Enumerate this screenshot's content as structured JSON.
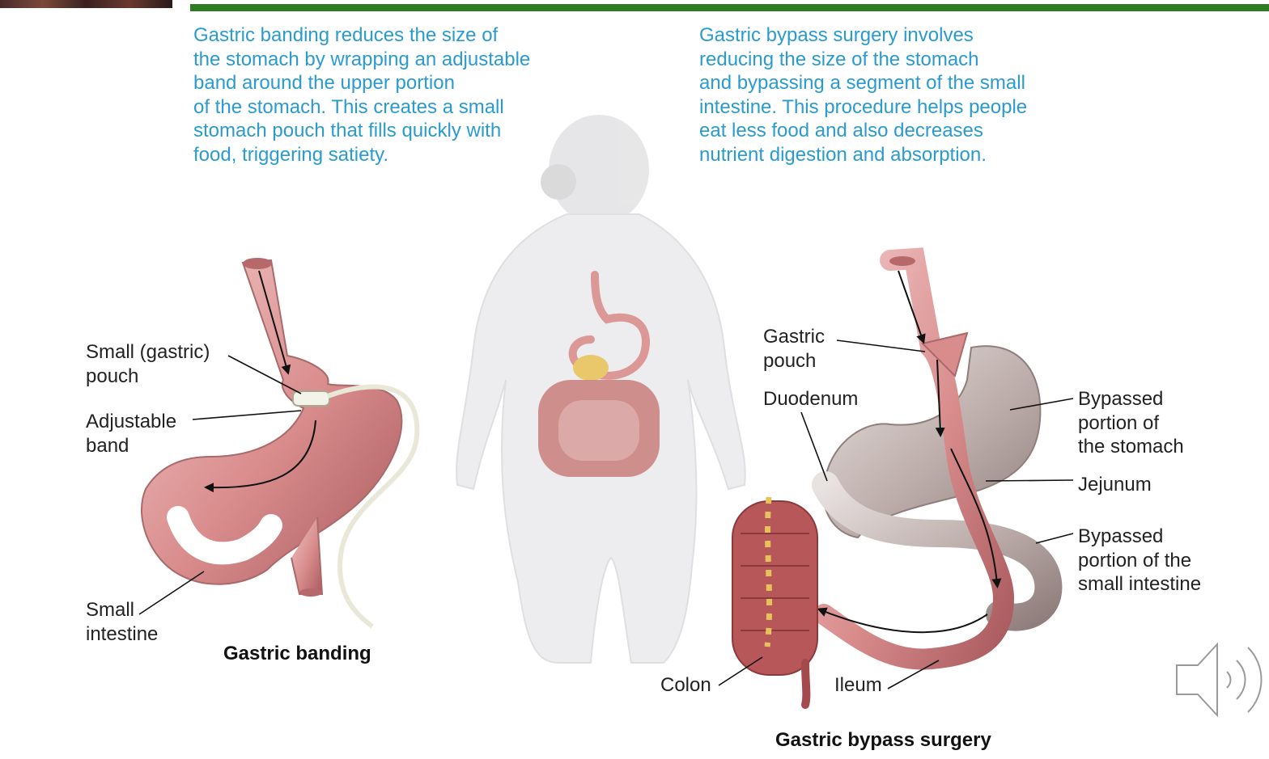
{
  "captions": {
    "banding": "Gastric banding reduces the size of\nthe stomach by wrapping an adjustable\nband around the upper portion\nof the stomach. This creates a small\nstomach pouch that fills quickly with\nfood, triggering satiety.",
    "bypass": "Gastric bypass surgery involves\nreducing the size of the stomach\nand bypassing a segment of the small\nintestine. This procedure helps people\neat less food and also decreases\nnutrient digestion and absorption."
  },
  "banding": {
    "title": "Gastric banding",
    "labels": {
      "pouch": "Small (gastric)\npouch",
      "band": "Adjustable\nband",
      "intestine": "Small\nintestine"
    }
  },
  "bypass": {
    "title": "Gastric bypass surgery",
    "labels": {
      "gastric_pouch": "Gastric\npouch",
      "duodenum": "Duodenum",
      "bypassed_stomach": "Bypassed\nportion of\nthe stomach",
      "jejunum": "Jejunum",
      "bypassed_intestine": "Bypassed\nportion of the\nsmall intestine",
      "colon": "Colon",
      "ileum": "Ileum"
    }
  },
  "colors": {
    "header_rule": "#2f7a23",
    "caption_text": "#2a9bd0",
    "tissue": "#d98c8c",
    "bypassed_tissue": "#b9a9a6"
  },
  "icons": [
    "speaker-icon"
  ]
}
